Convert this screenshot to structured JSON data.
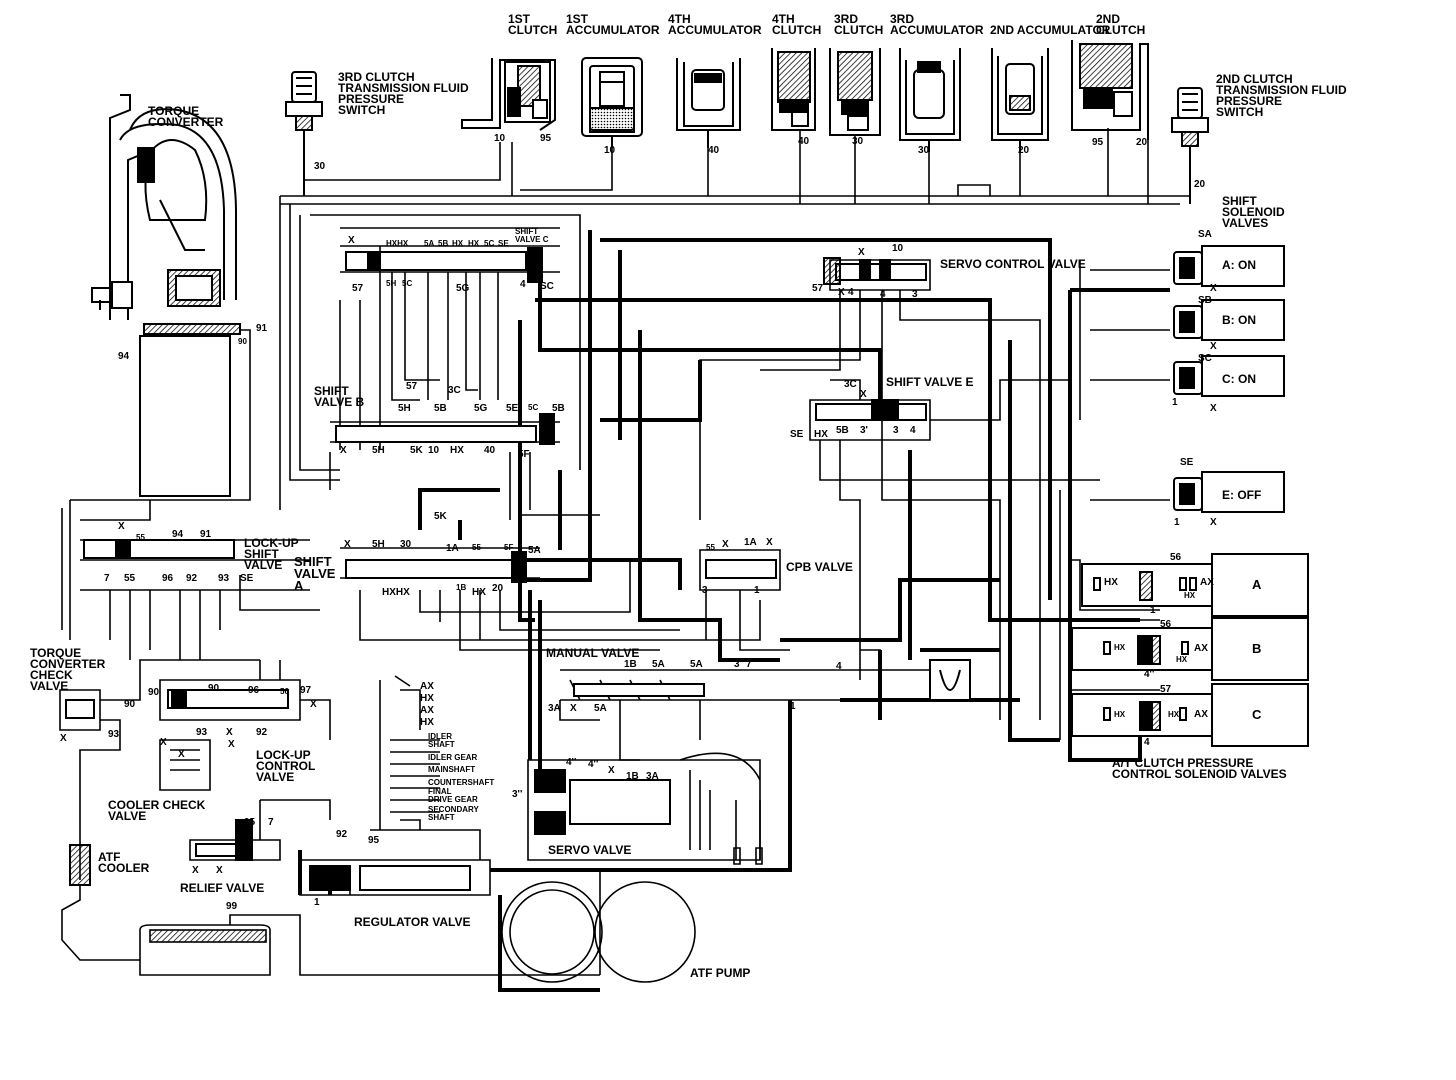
{
  "components": {
    "torque_converter": "TORQUE\nCONVERTER",
    "tc_check_valve": "TORQUE\nCONVERTER\nCHECK\nVALVE",
    "atf_cooler": "ATF\nCOOLER",
    "cooler_check_valve": "COOLER CHECK\nVALVE",
    "relief_valve": "RELIEF VALVE",
    "regulator_valve": "REGULATOR VALVE",
    "atf_pump": "ATF PUMP",
    "servo_valve": "SERVO VALVE",
    "manual_valve": "MANUAL VALVE",
    "lockup_shift_valve": "LOCK-UP\nSHIFT\nVALVE",
    "lockup_control_valve": "LOCK-UP\nCONTROL\nVALVE",
    "shift_valve_a": "SHIFT\nVALVE\nA",
    "shift_valve_b": "SHIFT\nVALVE B",
    "shift_valve_c": "SHIFT\nVALVE C",
    "shift_valve_e": "SHIFT VALVE E",
    "servo_control_valve": "SERVO CONTROL VALVE",
    "cpb_valve": "CPB VALVE",
    "shift_solenoid_valves": "SHIFT\nSOLENOID\nVALVES",
    "at_clutch_pcsv": "A/T CLUTCH PRESSURE\nCONTROL SOLENOID VALVES",
    "psw_3rd": "3RD CLUTCH\nTRANSMISSION FLUID\nPRESSURE\nSWITCH",
    "psw_2nd": "2ND CLUTCH\nTRANSMISSION FLUID\nPRESSURE\nSWITCH"
  },
  "top_units": [
    {
      "label": "1ST\nCLUTCH"
    },
    {
      "label": "1ST\nACCUMULATOR"
    },
    {
      "label": "4TH\nACCUMULATOR"
    },
    {
      "label": "4TH\nCLUTCH"
    },
    {
      "label": "3RD\nCLUTCH"
    },
    {
      "label": "3RD\nACCUMULATOR"
    },
    {
      "label": "2ND ACCUMULATOR"
    },
    {
      "label": "2ND\nCLUTCH"
    }
  ],
  "solenoids": [
    {
      "label": "A: ON"
    },
    {
      "label": "B: ON"
    },
    {
      "label": "C: ON"
    },
    {
      "label": "E: OFF"
    }
  ],
  "pcsv": [
    {
      "label": "A"
    },
    {
      "label": "B"
    },
    {
      "label": "C"
    }
  ],
  "shaft_legend": [
    "IDLER\nSHAFT",
    "IDLER GEAR",
    "MAINSHAFT",
    "COUNTERSHAFT",
    "FINAL\nDRIVE GEAR",
    "SECONDARY\nSHAFT"
  ],
  "port_labels": {
    "p10a": "10",
    "p95a": "95",
    "p10b": "10",
    "p40a": "40",
    "p40b": "40",
    "p30a": "30",
    "p30b": "30",
    "p20a": "20",
    "p95b": "95",
    "p20b": "20",
    "p30c": "30",
    "p20c": "20",
    "sa_top": "SA",
    "x_sa": "X",
    "sb_sol": "SB",
    "x_sb": "X",
    "sc_sol": "SC",
    "x_sc": "X",
    "one_sc": "1",
    "se_sol": "SE",
    "x_se": "X",
    "one_se": "1",
    "p56": "56",
    "one_56": "1",
    "p56b": "56",
    "four_56": "4''",
    "p57b": "57",
    "four_57": "4",
    "hx_a": "HX",
    "hx_a2": "HX",
    "ax_a": "AX",
    "hx_b": "HX",
    "hx_b2": "HX",
    "ax_b": "AX",
    "hx_c": "HX",
    "hx_c2": "HX",
    "ax_c": "AX",
    "c_x1": "X",
    "c_hxhx": "HXHX",
    "c_sa": "5A",
    "c_sb": "5B",
    "c_hx": "HX",
    "c_hx2": "HX",
    "c_sc": "5C",
    "c_se": "SE",
    "c_57": "57",
    "c_5h": "5H",
    "c_5c": "5C",
    "c_5g": "5G",
    "c_4": "4",
    "c_sc2": "SC",
    "b_57": "57",
    "b_3c": "3C",
    "b_5h": "5H",
    "b_5b": "5B",
    "b_5g": "5G",
    "b_5e": "5E",
    "b_5c": "5C",
    "b_5b2": "5B",
    "b_x": "X",
    "b_5h2": "5H",
    "b_5k": "5K",
    "b_10": "10",
    "b_hx": "HX",
    "b_40": "40",
    "b_5f": "5F",
    "b_5k2": "5K",
    "s_10": "10",
    "s_57": "57",
    "s_x": "X",
    "s_4": "4",
    "s_4b": "4",
    "s_3": "3",
    "s_x2": "X",
    "e_3c": "3C",
    "e_x": "X",
    "e_se": "SE",
    "e_hx": "HX",
    "e_5b": "5B",
    "e_3": "3'",
    "e_3b": "3",
    "e_4": "4",
    "l_x": "X",
    "l_55": "55",
    "l_94": "94",
    "l_91": "91",
    "l_7": "7",
    "l_55b": "55",
    "l_96": "96",
    "l_92": "92",
    "l_93": "93",
    "l_se": "SE",
    "a_x": "X",
    "a_5h": "5H",
    "a_30": "30",
    "a_1a": "1A",
    "a_55": "55",
    "a_5f": "5F",
    "a_sa": "5A",
    "a_hxhx": "HXHX",
    "a_1b": "1B",
    "a_hx": "HX",
    "a_20": "20",
    "cpb_55": "55",
    "cpb_x": "X",
    "cpb_1a": "1A",
    "cpb_x2": "X",
    "cpb_3": "3",
    "cpb_1": "1",
    "m_1b": "1B",
    "m_5a": "5A",
    "m_5a2": "5A",
    "m_3": "3",
    "m_7": "7",
    "m_4": "4",
    "m_1": "1",
    "m_3a": "3A",
    "m_x": "X",
    "m_5a3": "5A",
    "sv_4": "4''",
    "sv_x": "X",
    "sv_4b": "4''",
    "sv_1b": "1B",
    "sv_3a": "3A",
    "sv_3": "3''",
    "tc_94": "94",
    "tc_90": "90",
    "tc_91": "91",
    "ck_90": "90",
    "ck_x": "X",
    "ck_93": "93",
    "lc_90": "90",
    "lc_90b": "90",
    "lc_96": "96",
    "lc_56": "56",
    "lc_97": "97",
    "lc_x": "X",
    "lc_93": "93",
    "lc_x2": "X",
    "lc_92": "92",
    "lc_x3": "X",
    "lc_x4": "X",
    "lc_x5": "X",
    "rv_95": "95",
    "rv_7": "7",
    "rv_x": "X",
    "rv_x2": "X",
    "rg_92": "92",
    "rg_95": "95",
    "rg_1": "1",
    "rg_99": "99",
    "ax1": "AX",
    "hx1": "HX",
    "ax2": "AX",
    "hx2": "HX"
  }
}
